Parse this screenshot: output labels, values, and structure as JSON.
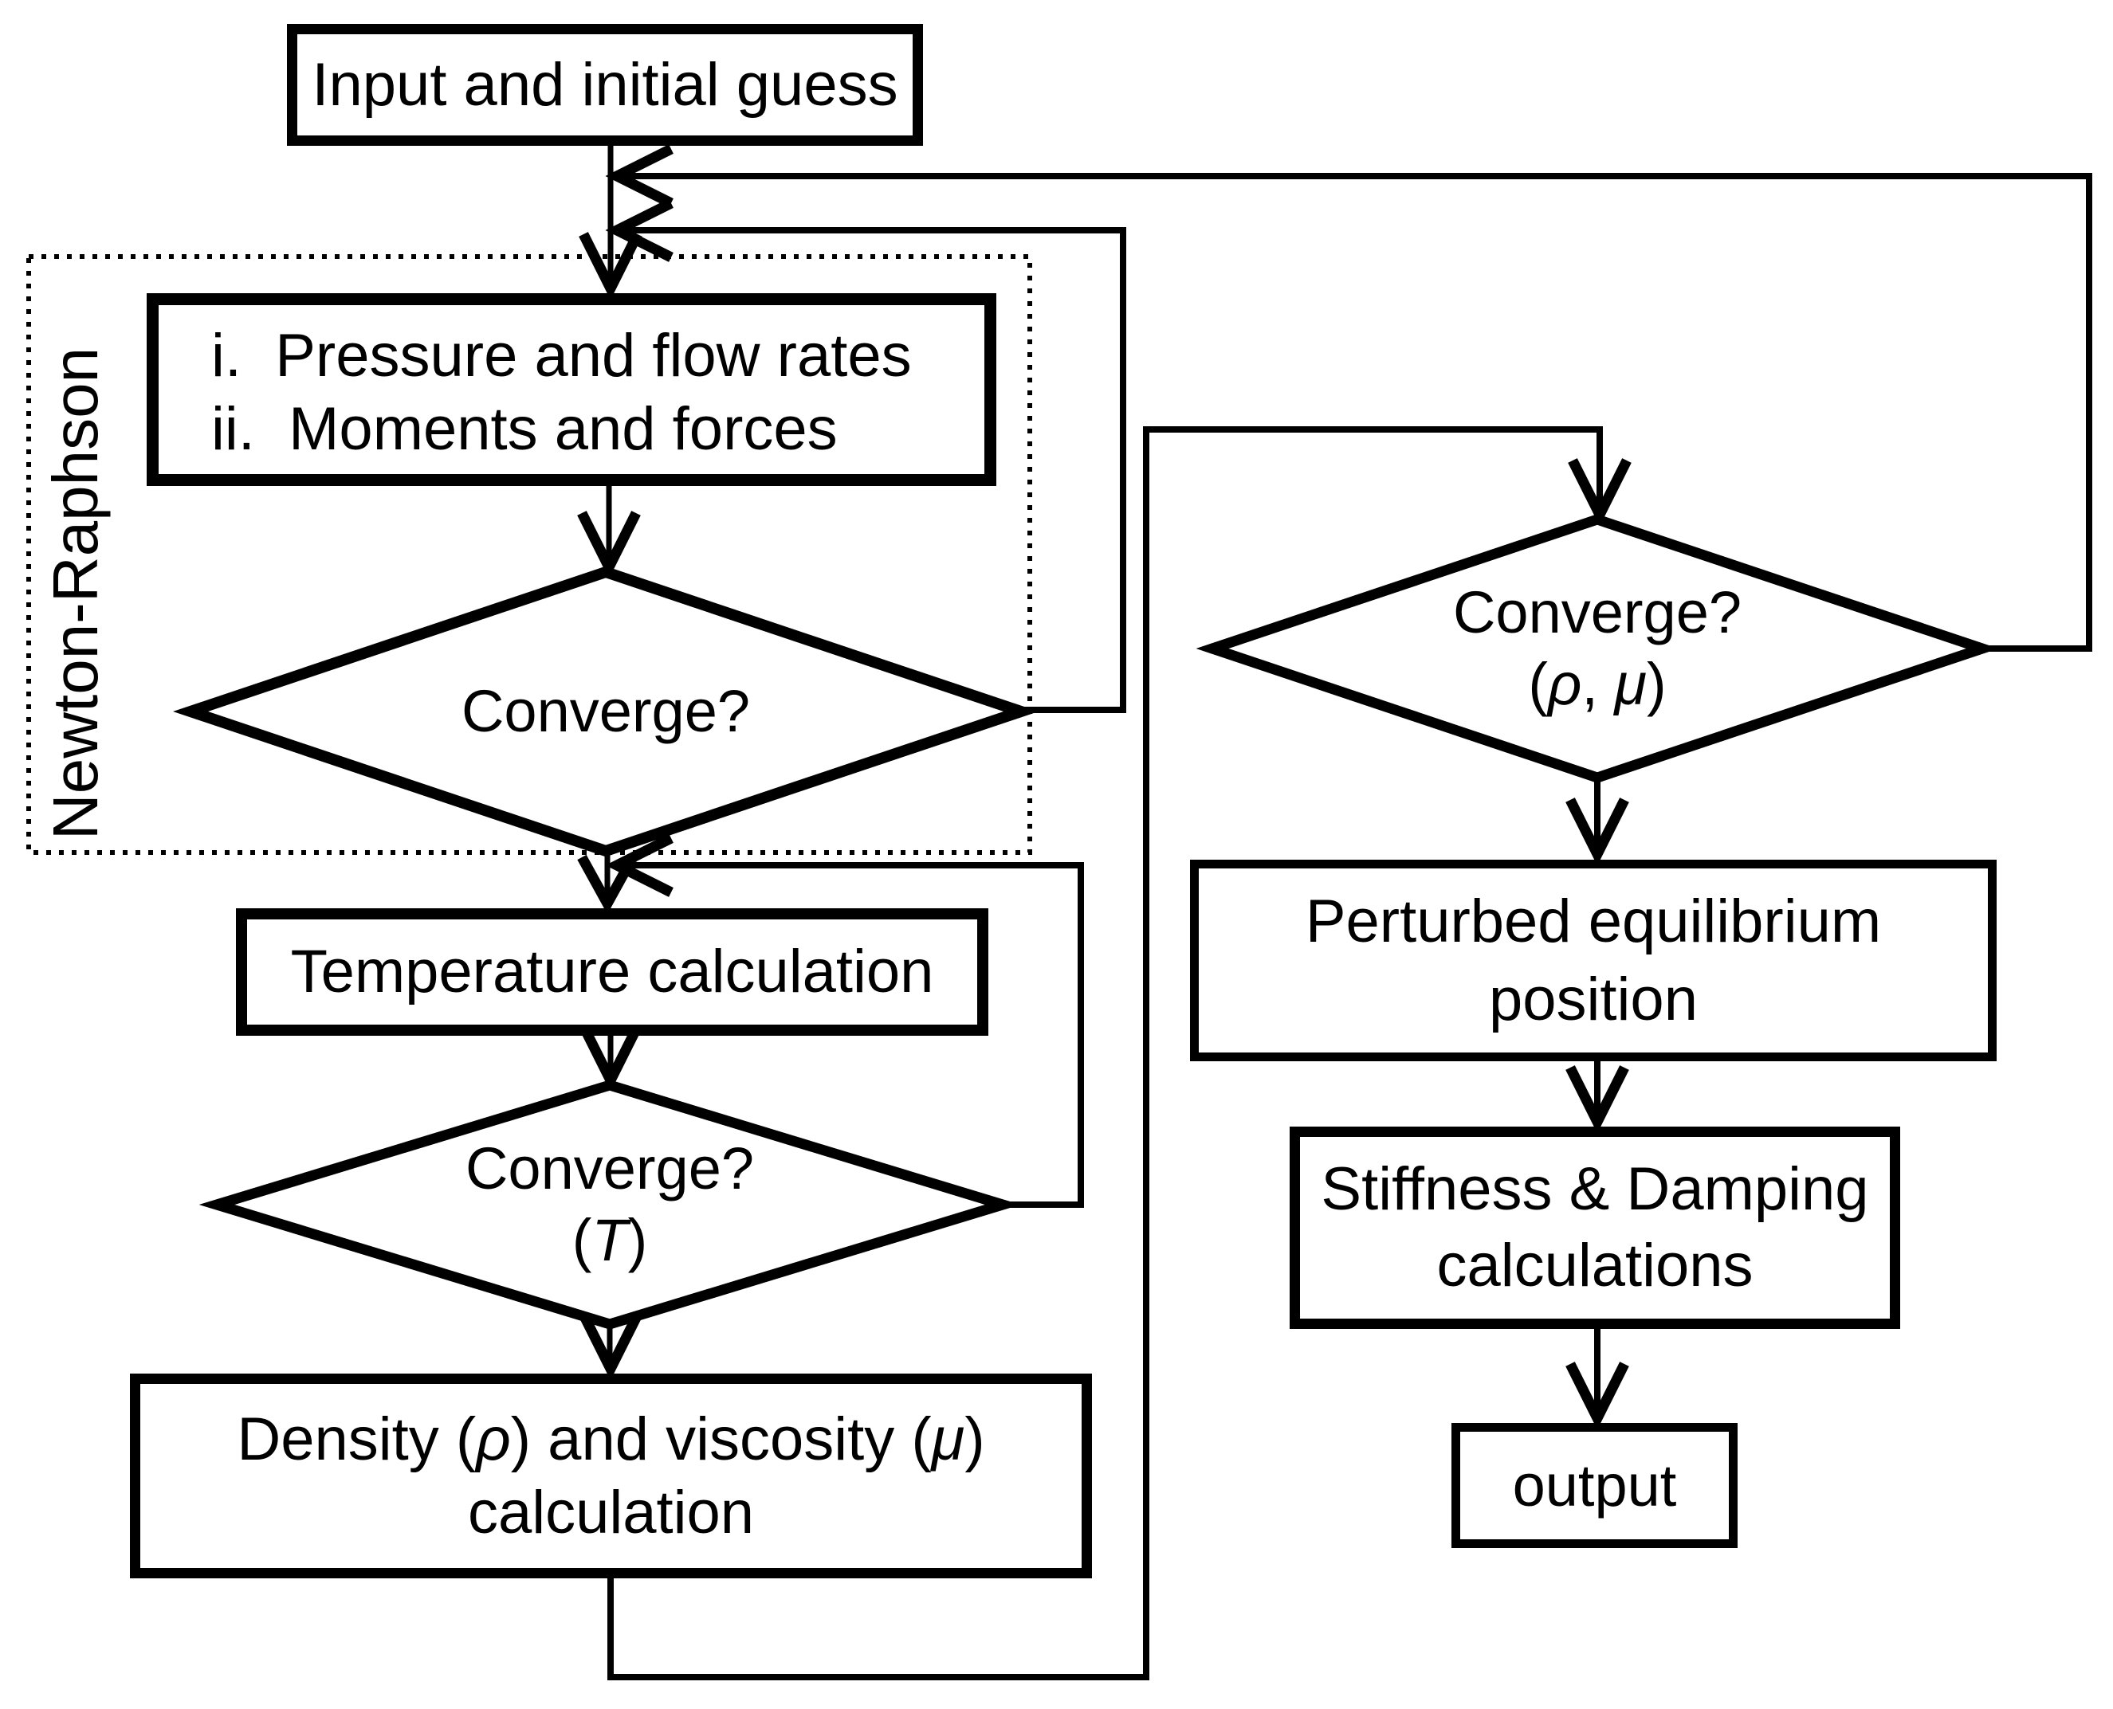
{
  "flowchart": {
    "background_color": "#ffffff",
    "line_color": "#000000",
    "group": {
      "label": "Newton-Raphson"
    },
    "nodes": {
      "input": {
        "label": "Input and initial guess"
      },
      "pressure": {
        "line1": "i.  Pressure and flow rates",
        "line2": "ii.  Moments and forces"
      },
      "converge1": {
        "label": "Converge?"
      },
      "temperature": {
        "label": "Temperature calculation"
      },
      "converge_t": {
        "line1": "Converge?",
        "paren_open": "(",
        "t": "T",
        "paren_close": ")"
      },
      "density": {
        "pre": "Density (",
        "rho": "ρ",
        "mid": ") and viscosity (",
        "mu": "μ",
        "post": ")",
        "line2": "calculation"
      },
      "converge_rho_mu": {
        "line1": "Converge?",
        "paren_open": "(",
        "rho": "ρ",
        "comma": ", ",
        "mu": "μ",
        "paren_close": ")"
      },
      "perturbed": {
        "line1": "Perturbed equilibrium",
        "line2": "position"
      },
      "stiffness": {
        "line1": "Stiffness & Damping",
        "line2": "calculations"
      },
      "output": {
        "label": "output"
      }
    }
  }
}
